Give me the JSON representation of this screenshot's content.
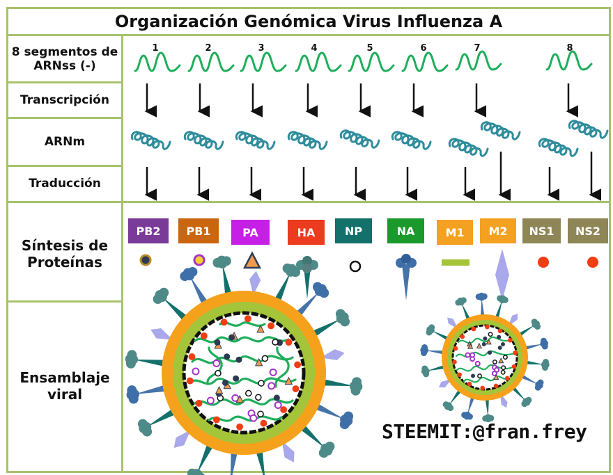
{
  "title": "Organización Genómica Virus Influenza A",
  "rows": {
    "segments": "8 segmentos de ARNss (-)",
    "transcription": "Transcripción",
    "mrna": "ARNm",
    "translation": "Traducción",
    "synthesis": "Síntesis de Proteínas",
    "assembly": "Ensamblaje viral"
  },
  "segment_numbers": [
    "1",
    "2",
    "3",
    "4",
    "5",
    "6",
    "7",
    "8"
  ],
  "proteins": [
    {
      "label": "PB2",
      "color": "#7a3a98"
    },
    {
      "label": "PB1",
      "color": "#c9660f"
    },
    {
      "label": "PA",
      "color": "#c61fe6"
    },
    {
      "label": "HA",
      "color": "#ec3b1e"
    },
    {
      "label": "NP",
      "color": "#14706b"
    },
    {
      "label": "NA",
      "color": "#1a9a2c"
    },
    {
      "label": "M1",
      "color": "#f4a021"
    },
    {
      "label": "M2",
      "color": "#f4a021"
    },
    {
      "label": "NS1",
      "color": "#8f8658"
    },
    {
      "label": "NS2",
      "color": "#8f8658"
    }
  ],
  "credit": "STEEMIT:@fran.frey",
  "colors": {
    "grid": "#a7c26a",
    "rna": "#1fae5b",
    "mrna": "#2f8c9c",
    "ha": "#14706b",
    "na": "#4673a8",
    "m2": "#a8a8ea",
    "ns": "#f03d14"
  }
}
